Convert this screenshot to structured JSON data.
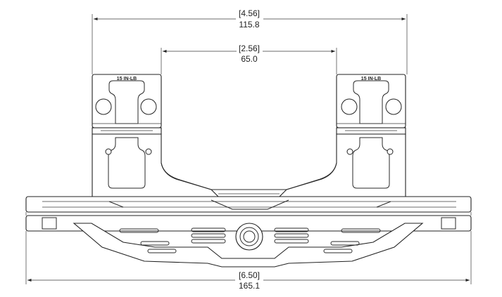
{
  "dimensions": {
    "overall_width": {
      "inches": "[6.50]",
      "mm": "165.1"
    },
    "ring_spacing": {
      "inches": "[4.56]",
      "mm": "115.8"
    },
    "inner_spacing": {
      "inches": "[2.56]",
      "mm": "65.0"
    }
  },
  "rings": {
    "left_torque": "15 IN-LB",
    "right_torque": "15 IN-LB"
  },
  "colors": {
    "line": "#222222",
    "background": "#ffffff"
  }
}
